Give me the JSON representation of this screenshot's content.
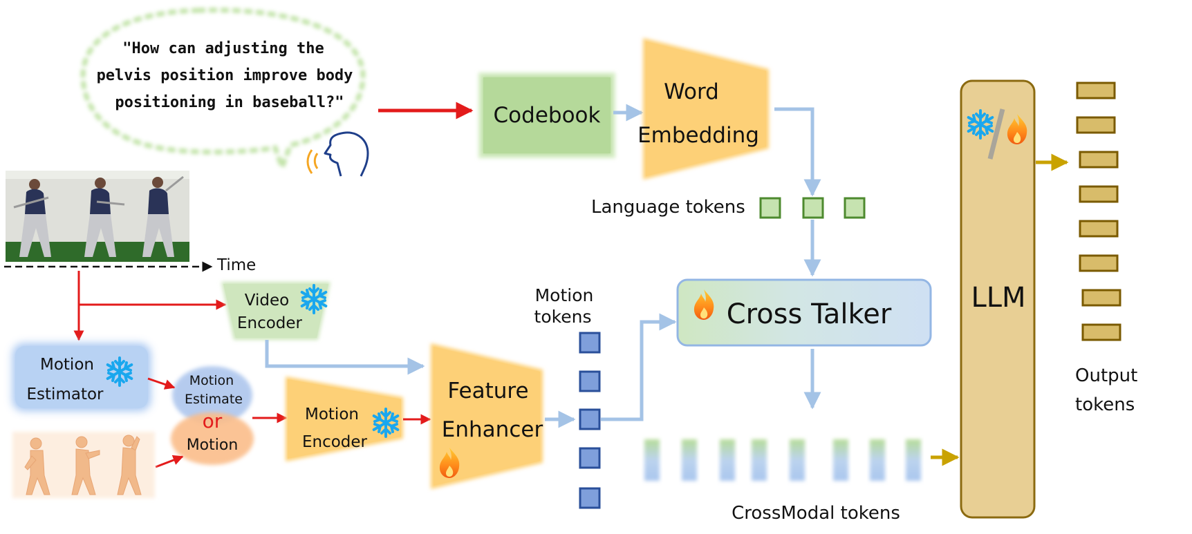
{
  "question": {
    "line1": "\"How can adjusting the",
    "line2": "pelvis position improve body",
    "line3": "positioning in baseball?\""
  },
  "labels": {
    "codebook": "Codebook",
    "word_embedding_1": "Word",
    "word_embedding_2": "Embedding",
    "language_tokens": "Language tokens",
    "time": "Time",
    "video_encoder_1": "Video",
    "video_encoder_2": "Encoder",
    "motion_estimator_1": "Motion",
    "motion_estimator_2": "Estimator",
    "motion_estimate_1": "Motion",
    "motion_estimate_2": "Estimate",
    "or": "or",
    "motion": "Motion",
    "motion_encoder_1": "Motion",
    "motion_encoder_2": "Encoder",
    "feature_enhancer_1": "Feature",
    "feature_enhancer_2": "Enhancer",
    "motion_tokens_1": "Motion",
    "motion_tokens_2": "tokens",
    "cross_talker": "Cross Talker",
    "crossmodal_tokens": "CrossModal tokens",
    "llm": "LLM",
    "output_tokens_1": "Output",
    "output_tokens_2": "tokens"
  },
  "colors": {
    "arrow_red": "#e31b1b",
    "arrow_blue": "#a4c3e6",
    "arrow_gold": "#c9a200",
    "green_box": "#b5d99a",
    "orange_box": "#fdd077",
    "blue_box": "#b8d2f3",
    "llm_fill": "#e8cf94",
    "llm_border": "#8b6a10",
    "token_blue": "#7f9fdb",
    "token_green": "#c6e3b0",
    "output_token": "#d8bc6a"
  },
  "icons": [
    "snowflake-icon",
    "flame-icon",
    "speaker-head-icon"
  ]
}
